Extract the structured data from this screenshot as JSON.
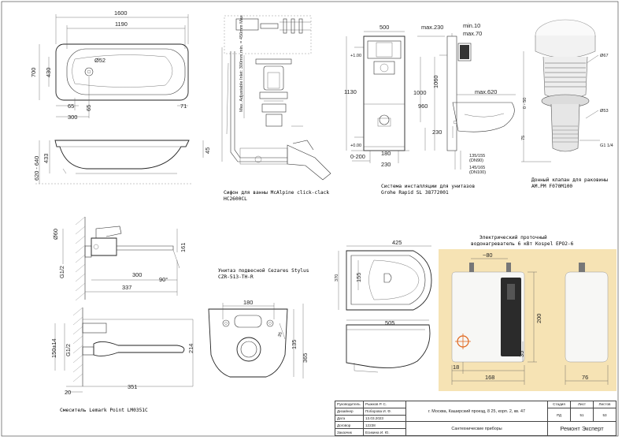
{
  "bathtub": {
    "dims": [
      "1600",
      "1190",
      "700",
      "430",
      "Ø52",
      "65",
      "300",
      "65",
      "71",
      "620 - 640",
      "433",
      "45"
    ]
  },
  "siphon": {
    "caption_line1": "Сифон для ванны McAlpine click-clack",
    "caption_line2": "HC2600CL"
  },
  "installation": {
    "dims": [
      "500",
      "max.230",
      "min.10",
      "max.70",
      "1130",
      "1060",
      "1000",
      "960",
      "max.620",
      "230",
      "180",
      "230",
      "0-200",
      "135/155",
      "(DN90)",
      "145/165",
      "(DN100)",
      "+1.00",
      "+0.00"
    ],
    "caption_line1": "Система инсталляции для унитазов",
    "caption_line2": "Grohe Rapid SL 38772001"
  },
  "drain_valve": {
    "caption_line1": "Донный клапан для раковины",
    "caption_line2": "AM.PM F070M100"
  },
  "mixer": {
    "dims": [
      "Ø60",
      "161",
      "G1/2",
      "300",
      "90°",
      "337",
      "150±14",
      "G1/2",
      "214",
      "351",
      "20"
    ],
    "caption": "Смеситель Lemark Point LM0351C"
  },
  "toilet": {
    "caption_line1": "Унитаз подвесной Cezares Stylus",
    "caption_line2": "CZR-513-TH-R",
    "dims": [
      "180",
      "35",
      "135",
      "365",
      "425",
      "155",
      "370",
      "505"
    ]
  },
  "heater": {
    "caption_line1": "Электрический проточный",
    "caption_line2": "водонагреватель 6 кВт Kospel EPO2-6",
    "dims": [
      "~80",
      "200",
      "35",
      "18",
      "168",
      "76"
    ],
    "colors": {
      "panel_bg": "#f6e3b4",
      "device": "#f7f7f5",
      "display": "#2b2b2b",
      "accent": "#e0661c"
    }
  },
  "title_block": {
    "rows": [
      {
        "role": "Руководитель",
        "name": "Рыжков Р. С."
      },
      {
        "role": "Дизайнер",
        "name": "Поборова И. Ф."
      },
      {
        "role": "Дата",
        "name": "13.03.2023"
      },
      {
        "role": "Договор",
        "name": "12238"
      },
      {
        "role": "Заказчик",
        "name": "Есикина И. Ю."
      }
    ],
    "address": "г. Москва, Каширский проезд, 8 25, корп. 2, кв. 47",
    "sheet_title": "Сантехнические приборы",
    "stage_label": "Стадия",
    "stage_value": "РД",
    "sheet_label": "Лист",
    "sheet_value": "51",
    "sheets_label": "Листов",
    "sheets_value": "53",
    "company": "Ремонт Эксперт"
  }
}
